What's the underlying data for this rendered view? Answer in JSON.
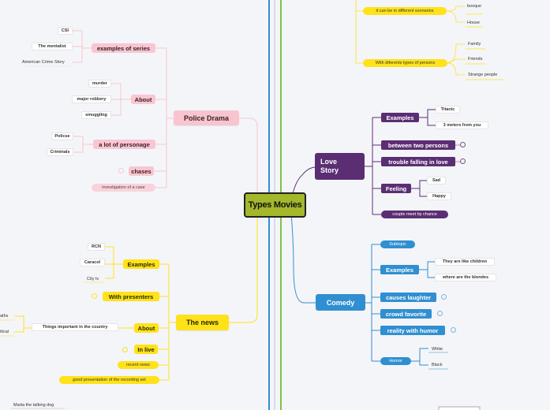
{
  "center": {
    "label": "Types Movies"
  },
  "top_right": {
    "scenarios": {
      "label": "it can be in different scenarios",
      "children": [
        "bosque",
        "House"
      ]
    },
    "persons": {
      "label": "With diferents types of persons",
      "children": [
        "Family",
        "Friends",
        "Strange people"
      ]
    }
  },
  "police": {
    "label": "Police Drama",
    "series": {
      "label": "examples of series",
      "children": [
        "CSI",
        "The mentalist",
        "American Crime Story"
      ]
    },
    "about": {
      "label": "About",
      "children": [
        "murder",
        "major robbery",
        "smuggling"
      ]
    },
    "personage": {
      "label": "a lot of personage",
      "children": [
        "Policse",
        "Criminals"
      ]
    },
    "chases": {
      "label": "chases"
    },
    "investigation": {
      "label": "investigation of a case"
    }
  },
  "news": {
    "label": "The news",
    "examples": {
      "label": "Examples",
      "children": [
        "RCN",
        "Caracol",
        "City tv"
      ]
    },
    "presenters": {
      "label": "With presenters"
    },
    "about": {
      "label": "About",
      "child": "Things important in the country",
      "sub": [
        "aths",
        "itical"
      ]
    },
    "live": {
      "label": "In live"
    },
    "recent": {
      "label": "recent news"
    },
    "recording": {
      "label": "good presentation of the recording set"
    }
  },
  "love": {
    "label_line1": "Love",
    "label_line2": "Story",
    "examples": {
      "label": "Examples",
      "children": [
        "Titanic",
        "3 meters from you"
      ]
    },
    "between": {
      "label": "between two persons"
    },
    "trouble": {
      "label": "trouble falling in love"
    },
    "feeling": {
      "label": "Feeling",
      "children": [
        "Sad",
        "Happy"
      ]
    },
    "couple": {
      "label": "couple meet by chance"
    }
  },
  "comedy": {
    "label": "Comedy",
    "subtopic": {
      "label": "Subtopic"
    },
    "examples": {
      "label": "Examples",
      "children": [
        "They are like children",
        "where are the blondes"
      ]
    },
    "laughter": {
      "label": "causes laughter"
    },
    "crowd": {
      "label": "crowd favorite"
    },
    "reality": {
      "label": "reality with humor"
    },
    "humor": {
      "label": "Humor",
      "children": [
        "White",
        "Black"
      ]
    }
  },
  "bottom_left": {
    "label": "Marta the talking dog"
  },
  "colors": {
    "pink": "#f8c5cf",
    "yellow": "#ffe21a",
    "purple": "#5b2e73",
    "blue": "#2f8fd0",
    "center": "#a5b72b",
    "green_line": "#7cc242"
  }
}
